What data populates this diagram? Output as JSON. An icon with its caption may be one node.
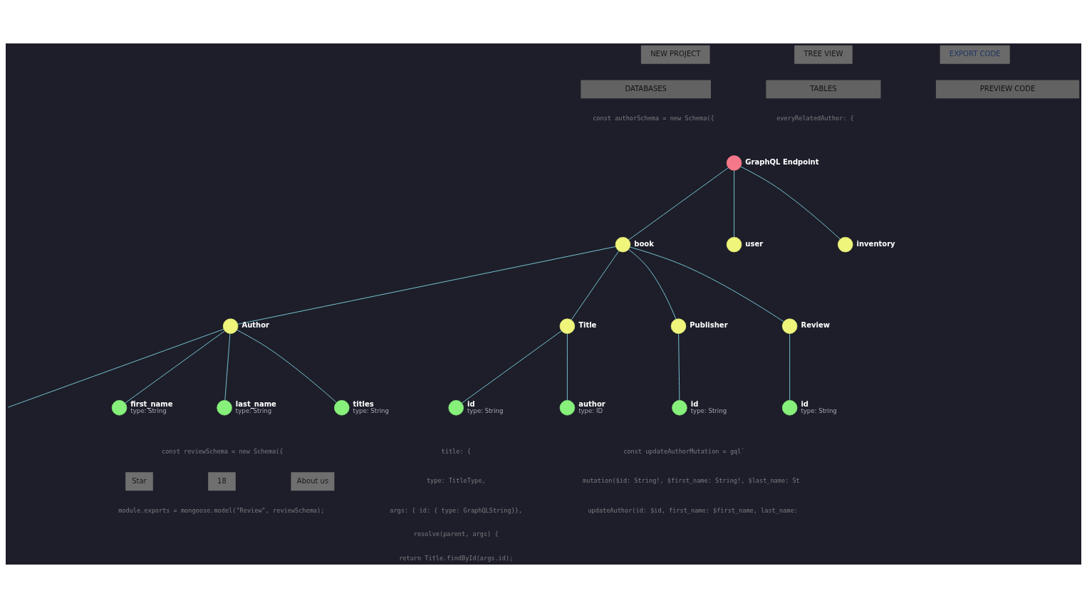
{
  "diagram": {
    "nodes": [
      {
        "text": [
          "GraphQL Endpoint"
        ]
      },
      {
        "text": [
          "book"
        ]
      },
      {
        "text": [
          "user"
        ]
      },
      {
        "text": [
          "inventory"
        ]
      },
      {
        "text": [
          "Author"
        ]
      },
      {
        "text": [
          "Title"
        ]
      },
      {
        "text": [
          "Publisher"
        ]
      },
      {
        "text": [
          "Review"
        ]
      },
      {
        "text": [
          "first_name",
          "type: String"
        ]
      },
      {
        "text": [
          "last_name",
          "type: String"
        ]
      },
      {
        "text": [
          "titles",
          "type: String"
        ]
      },
      {
        "text": [
          "id",
          "type: String"
        ]
      },
      {
        "text": [
          "author",
          "type: ID"
        ]
      },
      {
        "text": [
          "id",
          "type: String"
        ]
      },
      {
        "text": [
          "id",
          "type: String"
        ]
      }
    ],
    "edges": [
      {
        "from": 0,
        "to": 1,
        "arrow": "none"
      },
      {
        "from": 0,
        "to": 2,
        "arrow": "none"
      },
      {
        "from": 0,
        "to": 3,
        "arrow": "none"
      },
      {
        "from": 1,
        "to": 4,
        "arrow": "none"
      },
      {
        "from": 1,
        "to": 5,
        "arrow": "none"
      },
      {
        "from": 1,
        "to": 6,
        "arrow": "none"
      },
      {
        "from": 1,
        "to": 7,
        "arrow": "none"
      },
      {
        "from": 4,
        "to": null,
        "arrow": "none"
      },
      {
        "from": 4,
        "to": 8,
        "arrow": "none"
      },
      {
        "from": 4,
        "to": 9,
        "arrow": "none"
      },
      {
        "from": 4,
        "to": 10,
        "arrow": "none"
      },
      {
        "from": 5,
        "to": 11,
        "arrow": "none"
      },
      {
        "from": 5,
        "to": 12,
        "arrow": "none"
      },
      {
        "from": 6,
        "to": 13,
        "arrow": "none"
      },
      {
        "from": 7,
        "to": 14,
        "arrow": "none"
      }
    ],
    "labels": [
      "NEW PROJECT",
      "TREE VIEW",
      "EXPORT CODE",
      "DATABASES",
      "TABLES",
      "PREVIEW CODE",
      "const authorSchema = new Schema({",
      "everyRelatedAuthor: {",
      "const reviewSchema = new Schema({",
      "Star",
      "18",
      "About us",
      "module.exports = mongoose.model(\"Review\", reviewSchema);",
      "title: {",
      "type: TitleType,",
      "args: { id: { type: GraphQLString}},",
      "resolve(parent, args) {",
      "return Title.findById(args.id);",
      "const updateAuthorMutation = gql`",
      "mutation($id: String!, $first_name: String!, $last_name: St",
      "updateAuthor(id: $id, first_name: $first_name, last_name:"
    ]
  }
}
